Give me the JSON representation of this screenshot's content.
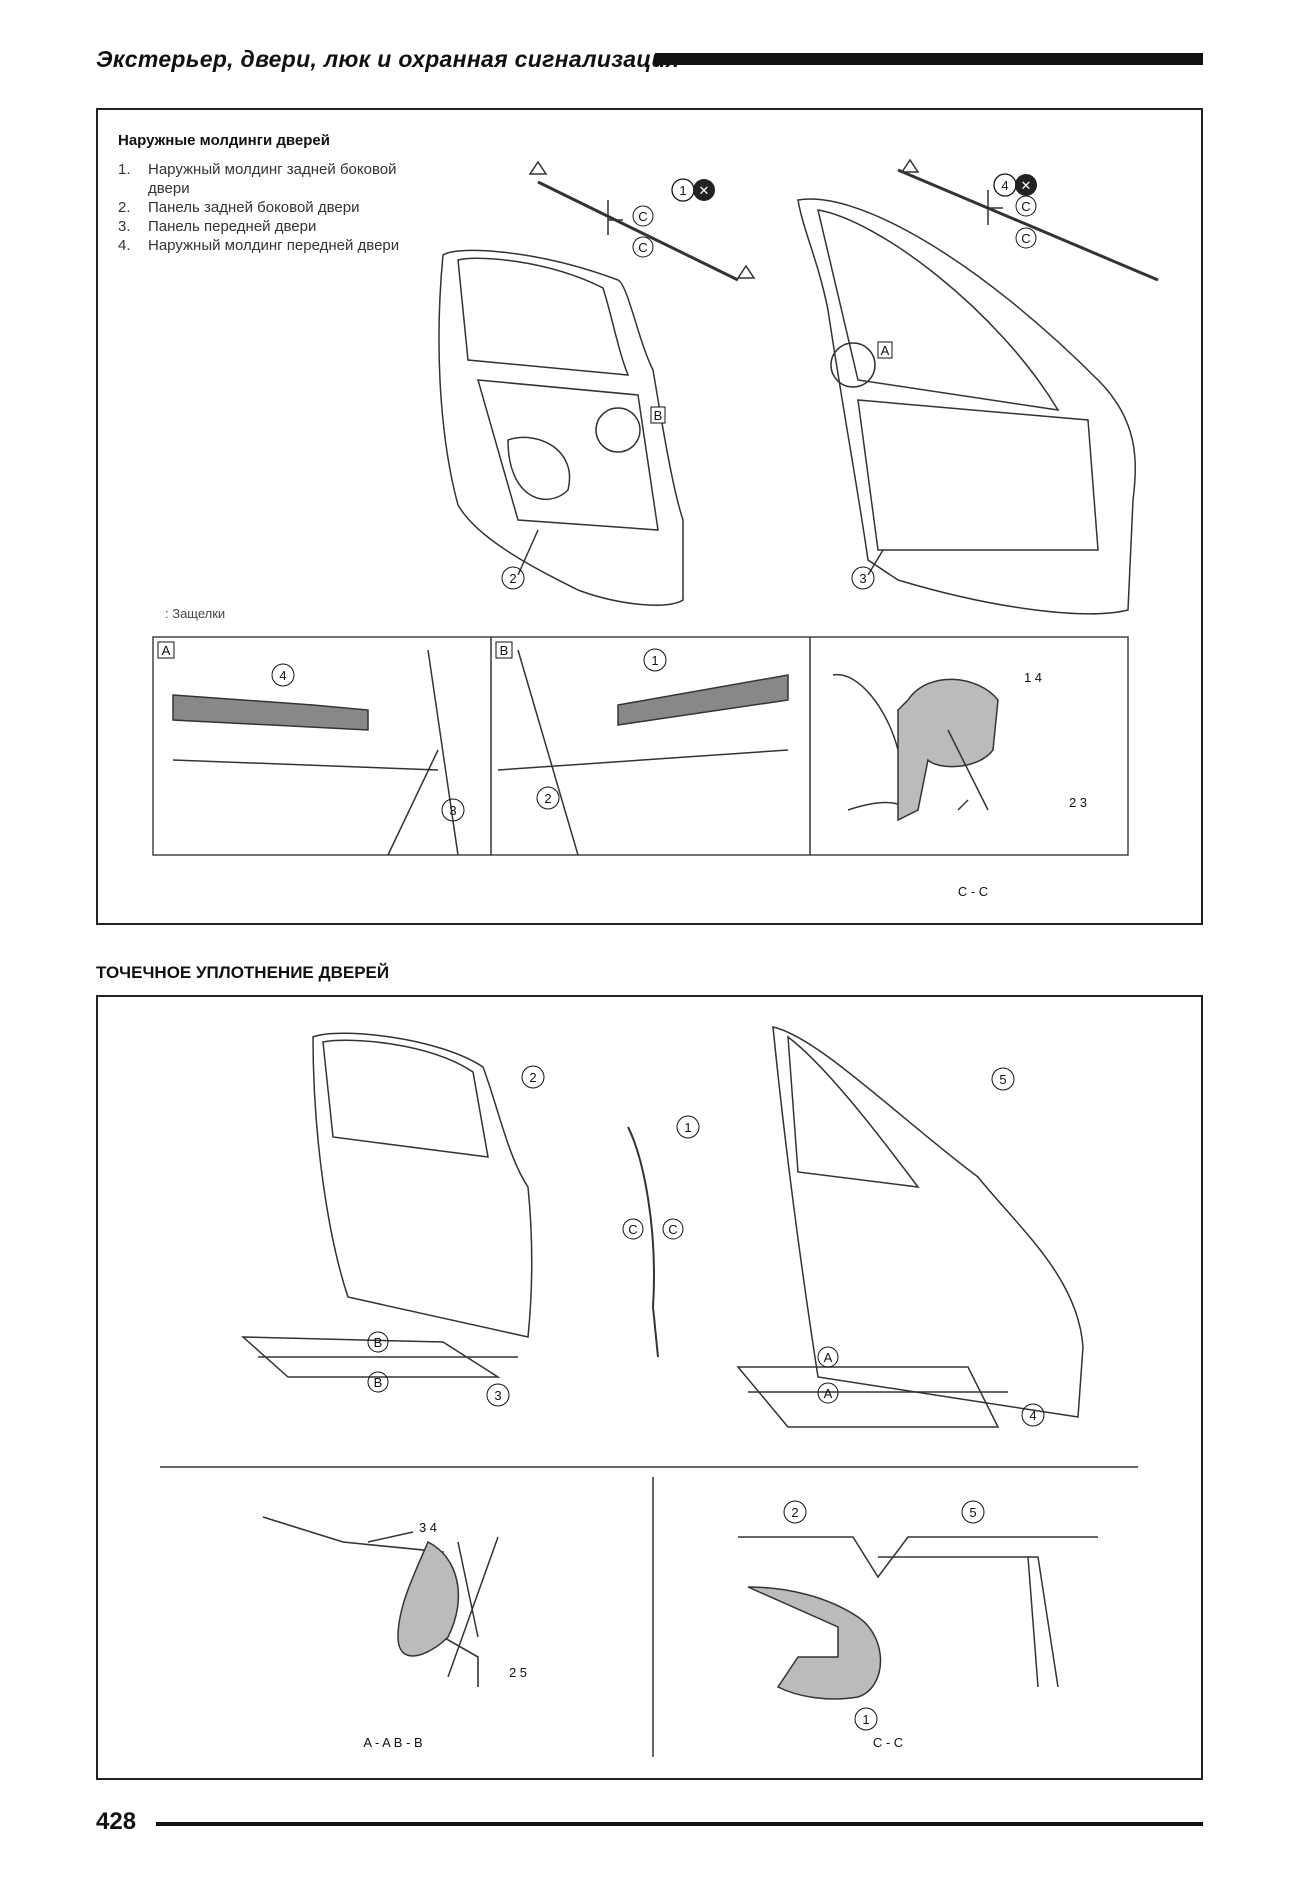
{
  "header": {
    "title": "Экстерьер, двери, люк и охранная сигнализация"
  },
  "section1": {
    "heading": "Наружные молдинги дверей",
    "legend": [
      {
        "num": "1.",
        "text": "Наружный молдинг задней боковой двери"
      },
      {
        "num": "2.",
        "text": "Панель задней боковой двери"
      },
      {
        "num": "3.",
        "text": "Панель передней двери"
      },
      {
        "num": "4.",
        "text": "Наружный молдинг передней двери"
      }
    ],
    "latch_note": ": Защелки",
    "callouts": {
      "c1": "1",
      "c2": "2",
      "c3": "3",
      "c4": "4",
      "detail_a": "A",
      "detail_b": "B",
      "combo_14": "1 4",
      "combo_23": "2 3",
      "section_cc": "C - C",
      "cut_c": "C"
    }
  },
  "section2": {
    "heading": "ТОЧЕЧНОЕ УПЛОТНЕНИЕ ДВЕРЕЙ",
    "callouts": {
      "c1": "1",
      "c2": "2",
      "c3": "3",
      "c4": "4",
      "c5": "5",
      "combo_34": "3 4",
      "combo_25": "2 5",
      "section_abab": "A - A B - B",
      "section_cc": "C - C",
      "cut_a": "A",
      "cut_b": "B",
      "cut_c": "C"
    }
  },
  "footer": {
    "page_number": "428"
  }
}
